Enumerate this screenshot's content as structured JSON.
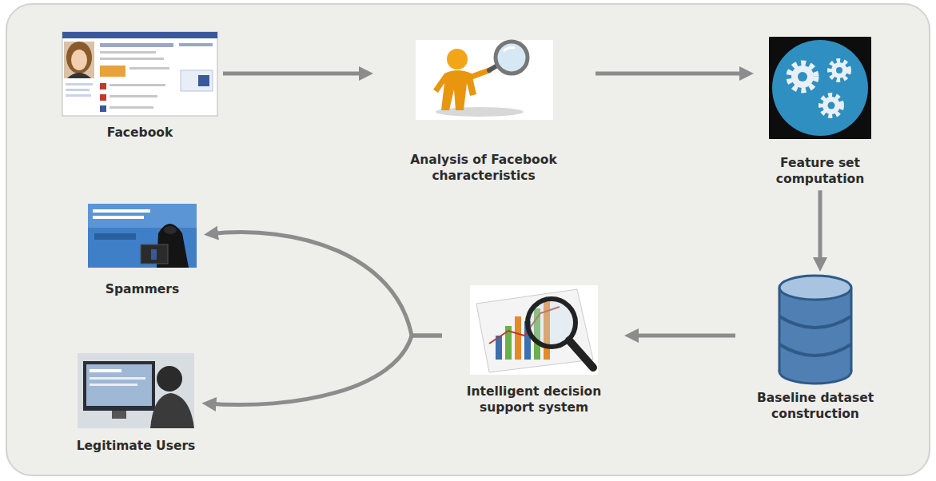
{
  "diagram": {
    "nodes": [
      {
        "text": [
          "Facebook"
        ]
      },
      {
        "text": [
          "Analysis of Facebook characteristics"
        ]
      },
      {
        "text": [
          "Feature set computation"
        ]
      },
      {
        "text": [
          "Baseline dataset construction"
        ]
      },
      {
        "text": [
          "Intelligent decision support system"
        ]
      },
      {
        "text": [
          "Spammers"
        ]
      },
      {
        "text": [
          "Legitimate Users"
        ]
      }
    ],
    "edges": [
      {
        "from": 0,
        "to": 1,
        "arrow": "to"
      },
      {
        "from": 1,
        "to": 2,
        "arrow": "to"
      },
      {
        "from": 2,
        "to": 3,
        "arrow": "to"
      },
      {
        "from": 3,
        "to": 4,
        "arrow": "to"
      },
      {
        "from": 4,
        "to": 5,
        "arrow": "to"
      },
      {
        "from": 4,
        "to": 6,
        "arrow": "to"
      }
    ]
  }
}
